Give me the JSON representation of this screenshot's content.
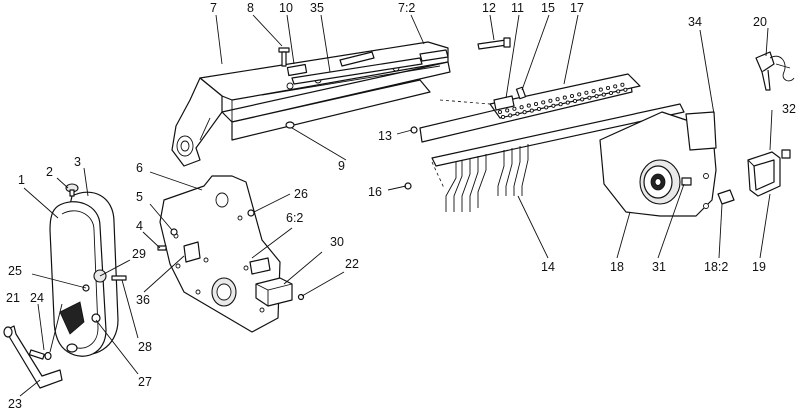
{
  "callouts": [
    {
      "id": "c1",
      "text": "1"
    },
    {
      "id": "c2",
      "text": "2"
    },
    {
      "id": "c3",
      "text": "3"
    },
    {
      "id": "c4",
      "text": "4"
    },
    {
      "id": "c5",
      "text": "5"
    },
    {
      "id": "c6",
      "text": "6"
    },
    {
      "id": "c6_2",
      "text": "6:2"
    },
    {
      "id": "c7",
      "text": "7"
    },
    {
      "id": "c7_2",
      "text": "7:2"
    },
    {
      "id": "c8",
      "text": "8"
    },
    {
      "id": "c9",
      "text": "9"
    },
    {
      "id": "c10",
      "text": "10"
    },
    {
      "id": "c11",
      "text": "11"
    },
    {
      "id": "c12",
      "text": "12"
    },
    {
      "id": "c13",
      "text": "13"
    },
    {
      "id": "c14",
      "text": "14"
    },
    {
      "id": "c15",
      "text": "15"
    },
    {
      "id": "c16",
      "text": "16"
    },
    {
      "id": "c17",
      "text": "17"
    },
    {
      "id": "c18",
      "text": "18"
    },
    {
      "id": "c18_2",
      "text": "18:2"
    },
    {
      "id": "c19",
      "text": "19"
    },
    {
      "id": "c20",
      "text": "20"
    },
    {
      "id": "c21",
      "text": "21"
    },
    {
      "id": "c22",
      "text": "22"
    },
    {
      "id": "c23",
      "text": "23"
    },
    {
      "id": "c24",
      "text": "24"
    },
    {
      "id": "c25",
      "text": "25"
    },
    {
      "id": "c26",
      "text": "26"
    },
    {
      "id": "c27",
      "text": "27"
    },
    {
      "id": "c28",
      "text": "28"
    },
    {
      "id": "c29",
      "text": "29"
    },
    {
      "id": "c30",
      "text": "30"
    },
    {
      "id": "c31",
      "text": "31"
    },
    {
      "id": "c32",
      "text": "32"
    },
    {
      "id": "c34",
      "text": "34"
    },
    {
      "id": "c35",
      "text": "35"
    },
    {
      "id": "c36",
      "text": "36"
    }
  ]
}
